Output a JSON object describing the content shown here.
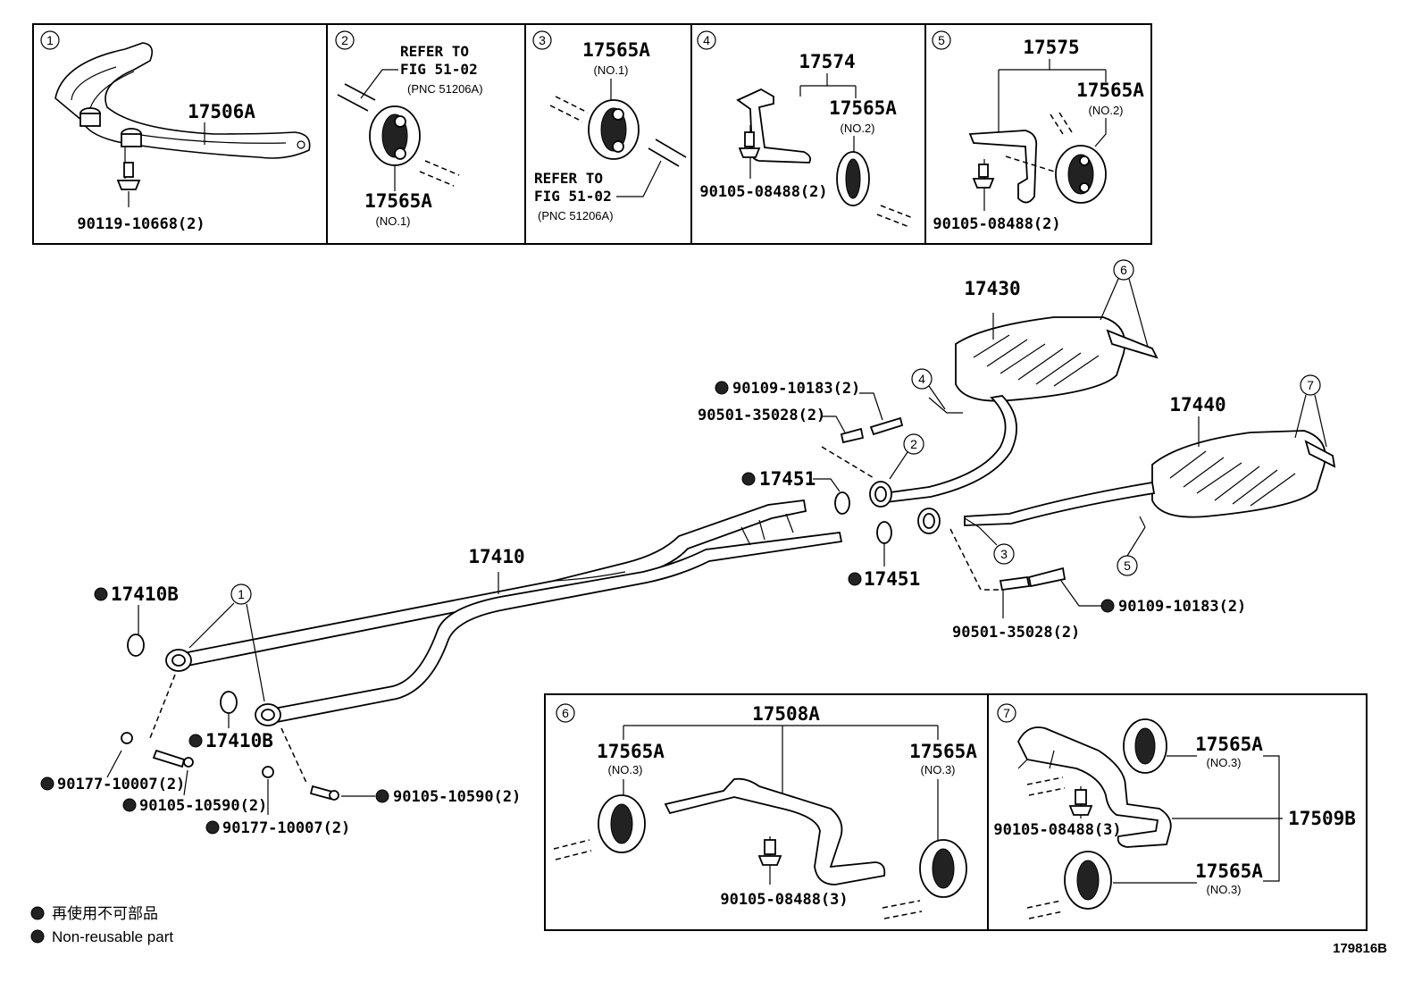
{
  "insets": {
    "i1": {
      "num": "1",
      "part": "17506A",
      "bolt": "90119-10668(2)"
    },
    "i2": {
      "num": "2",
      "ref1": "REFER TO",
      "ref2": "FIG 51-02",
      "ref3": "(PNC 51206A)",
      "part": "17565A",
      "sub": "(NO.1)"
    },
    "i3": {
      "num": "3",
      "part": "17565A",
      "sub": "(NO.1)",
      "ref1": "REFER TO",
      "ref2": "FIG 51-02",
      "ref3": "(PNC 51206A)"
    },
    "i4": {
      "num": "4",
      "part": "17574",
      "hanger": "17565A",
      "sub": "(NO.2)",
      "bolt": "90105-08488(2)"
    },
    "i5": {
      "num": "5",
      "part": "17575",
      "hanger": "17565A",
      "sub": "(NO.2)",
      "bolt": "90105-08488(2)"
    },
    "i6": {
      "num": "6",
      "part": "17508A",
      "hangerL": "17565A",
      "subL": "(NO.3)",
      "hangerR": "17565A",
      "subR": "(NO.3)",
      "bolt": "90105-08488(3)"
    },
    "i7": {
      "num": "7",
      "part": "17509B",
      "hangerT": "17565A",
      "subT": "(NO.3)",
      "hangerB": "17565A",
      "subB": "(NO.3)",
      "bolt": "90105-08488(3)"
    }
  },
  "main": {
    "p17430": "17430",
    "p17440": "17440",
    "p17410": "17410",
    "p17451a": "17451",
    "p17451b": "17451",
    "p17410Ba": "17410B",
    "p17410Bb": "17410B",
    "bolt1": "90109-10183(2)",
    "spring1": "90501-35028(2)",
    "bolt2": "90109-10183(2)",
    "spring2": "90501-35028(2)",
    "nut1": "90177-10007(2)",
    "bolt3": "90105-10590(2)",
    "nut2": "90177-10007(2)",
    "bolt4": "90105-10590(2)",
    "callouts": [
      "6",
      "7",
      "4",
      "2",
      "3",
      "5",
      "1"
    ]
  },
  "legend": {
    "jp": "再使用不可部品",
    "en": "Non-reusable part"
  },
  "illustration_code": "179816B"
}
